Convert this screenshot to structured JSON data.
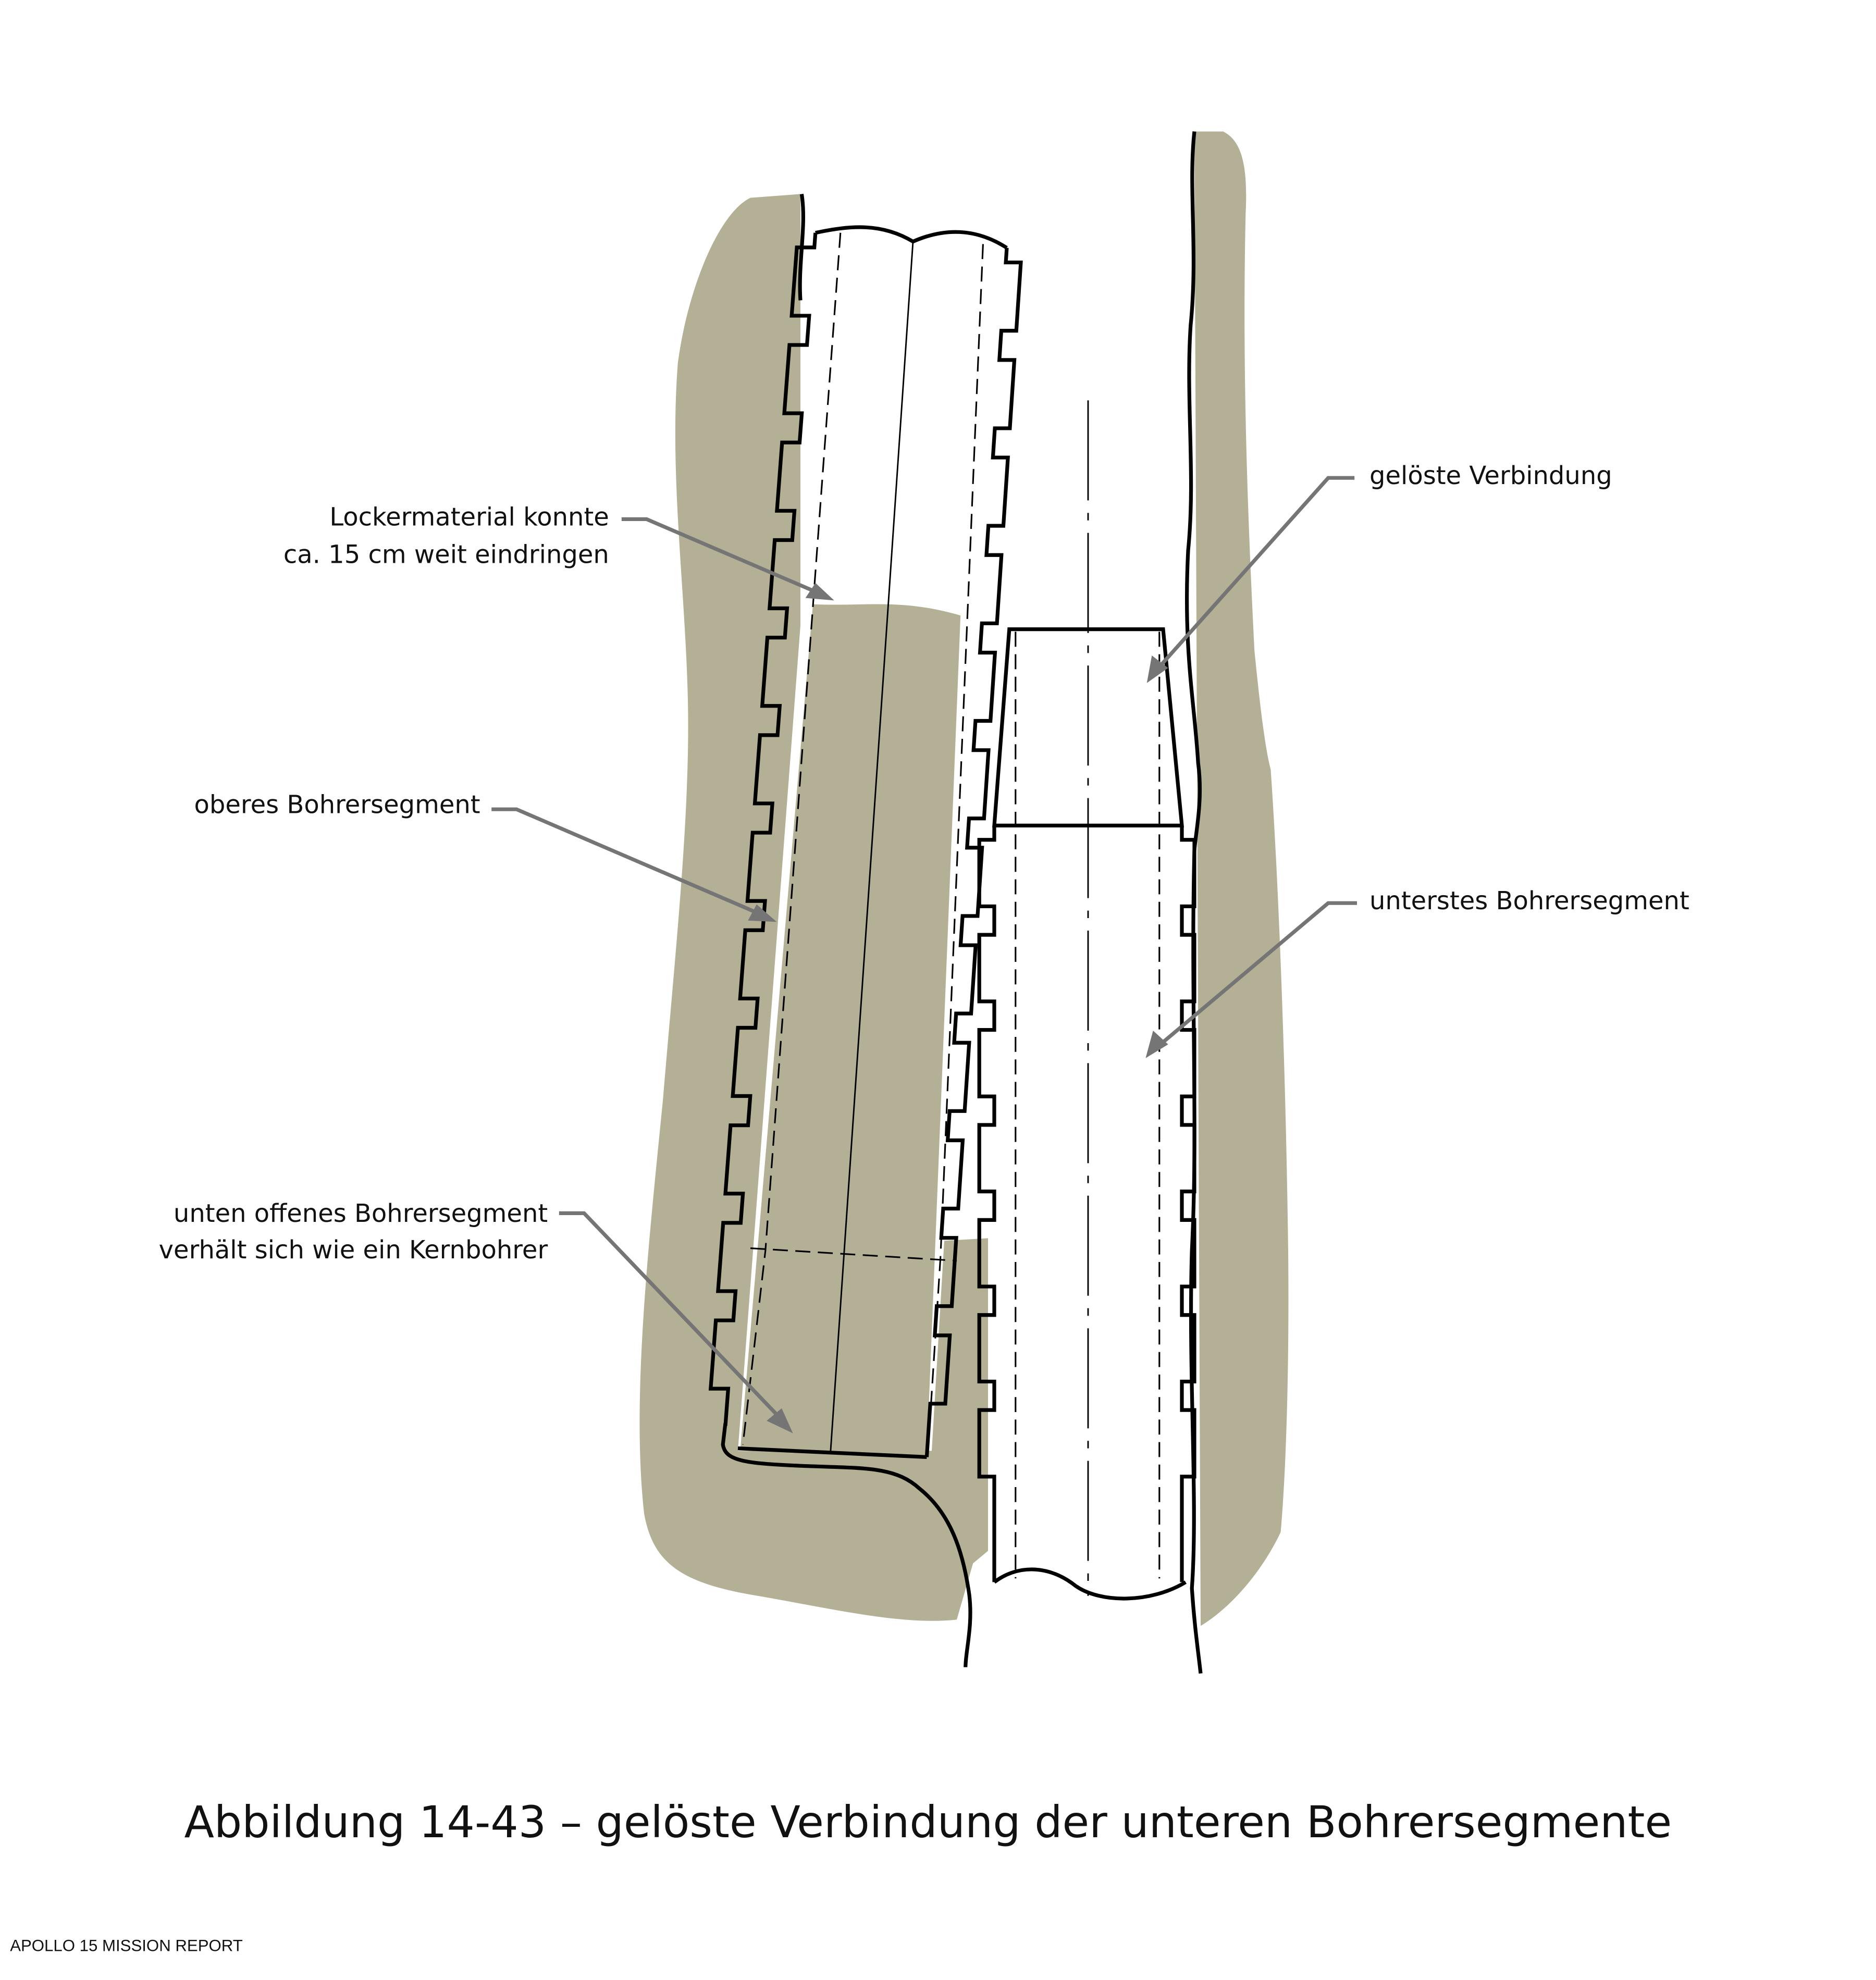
{
  "colors": {
    "soil": "#b3b096",
    "arrow": "#757575",
    "line": "#000000"
  },
  "labels": {
    "loose_material_line1": "Lockermaterial konnte",
    "loose_material_line2": "ca. 15 cm weit eindringen",
    "detached_joint": "gelöste Verbindung",
    "upper_segment": "oberes Bohrersegment",
    "lowest_segment": "unterstes Bohrersegment",
    "open_segment_line1": "unten offenes Bohrersegment",
    "open_segment_line2": "verhält sich wie ein Kernbohrer"
  },
  "caption": "Abbildung 14-43 – gelöste Verbindung der unteren Bohrersegmente",
  "footer": "APOLLO 15 MISSION REPORT"
}
